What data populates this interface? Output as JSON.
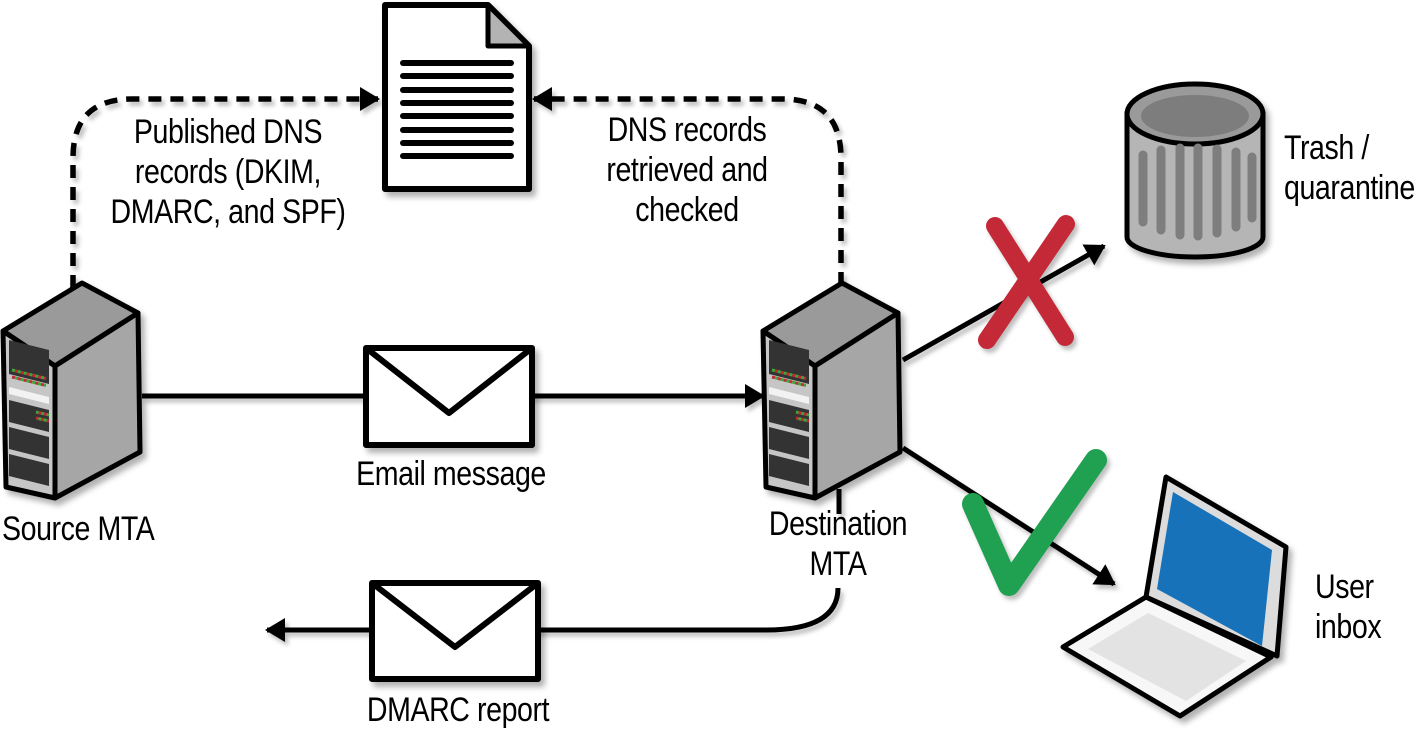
{
  "labels": {
    "published_dns": [
      "Published DNS",
      "records (DKIM,",
      "DMARC, and SPF)"
    ],
    "dns_retrieved": [
      "DNS records",
      "retrieved and",
      "checked"
    ],
    "source_mta": "Source MTA",
    "email_message": "Email message",
    "destination_mta": [
      "Destination",
      "MTA"
    ],
    "dmarc_report": "DMARC report",
    "trash_quarantine": [
      "Trash /",
      "quarantine"
    ],
    "user_inbox": [
      "User",
      "inbox"
    ]
  },
  "colors": {
    "fail_red": "#C42937",
    "pass_green": "#1FA151",
    "screen_blue": "#1772B9",
    "line_black": "#000000"
  },
  "icons": {
    "dns_document": "document-icon",
    "source_server": "server-tower-icon",
    "destination_server": "server-tower-icon",
    "email_envelope": "envelope-icon",
    "dmarc_envelope": "envelope-icon",
    "trash_can": "trash-can-icon",
    "user_laptop": "laptop-icon",
    "fail_mark": "✗",
    "pass_mark": "✓",
    "arrow": "→"
  }
}
